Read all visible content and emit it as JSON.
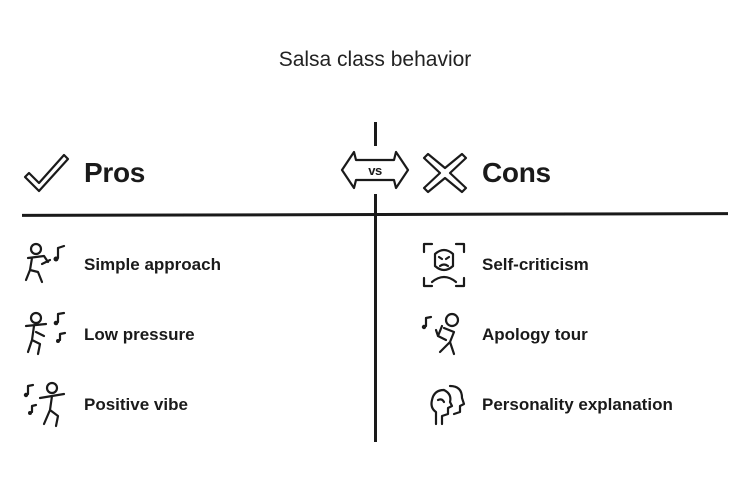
{
  "title": "Salsa class behavior",
  "vs_label": "vs",
  "pros": {
    "heading": "Pros",
    "items": [
      {
        "label": "Simple approach",
        "icon": "dancer-with-note-icon"
      },
      {
        "label": "Low pressure",
        "icon": "relaxed-dancer-icon"
      },
      {
        "label": "Positive vibe",
        "icon": "happy-dancer-icon"
      }
    ]
  },
  "cons": {
    "heading": "Cons",
    "items": [
      {
        "label": "Self-criticism",
        "icon": "frowning-face-frame-icon"
      },
      {
        "label": "Apology tour",
        "icon": "apologizing-dancer-icon"
      },
      {
        "label": "Personality explanation",
        "icon": "two-heads-icon"
      }
    ]
  },
  "colors": {
    "ink": "#1a1a1a",
    "background": "#ffffff"
  }
}
